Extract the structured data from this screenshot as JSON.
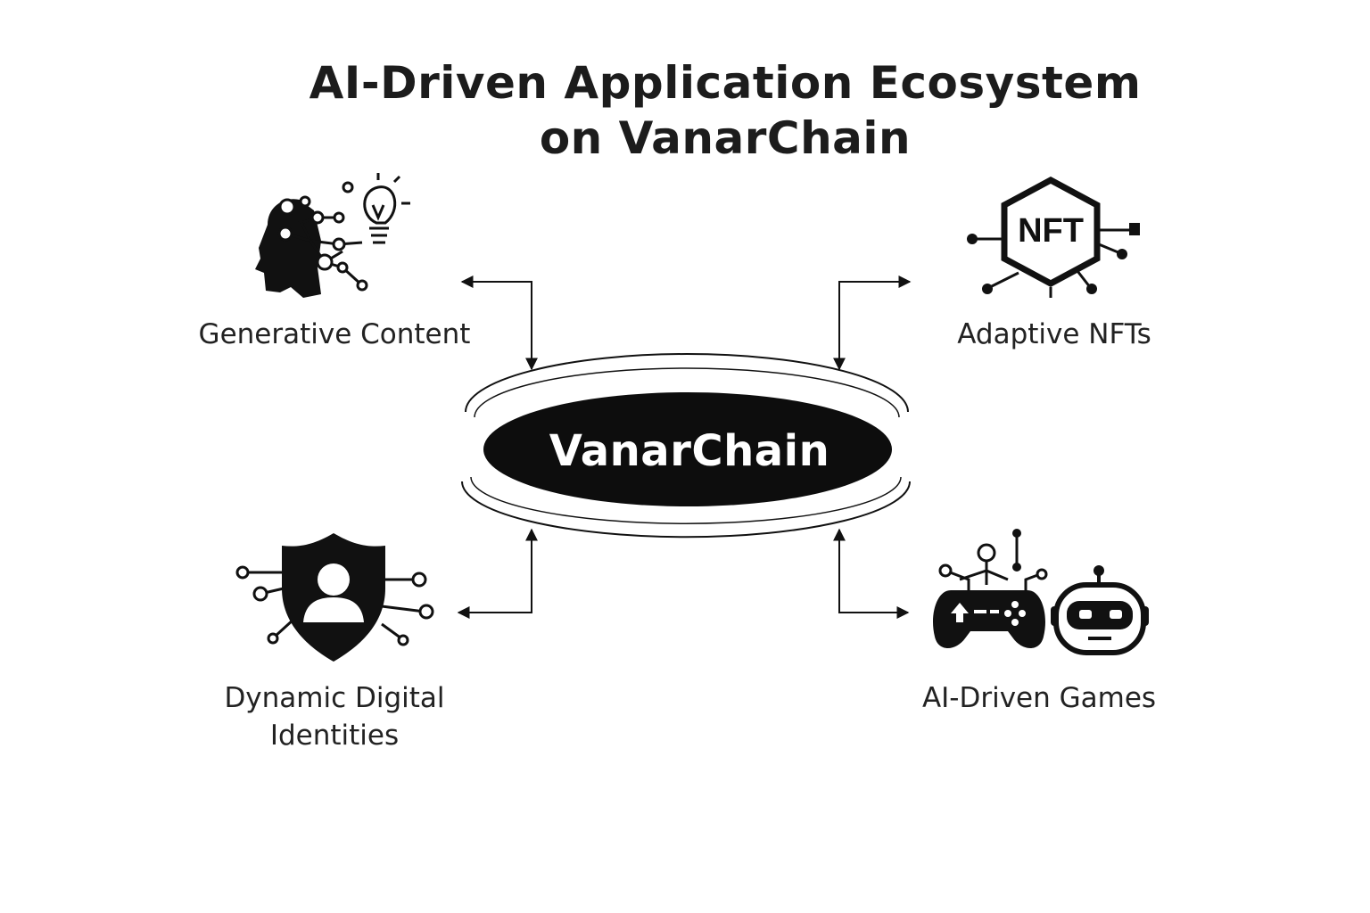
{
  "title": {
    "line1": "AI-Driven Application Ecosystem",
    "line2": "on VanarChain"
  },
  "center": {
    "label": "VanarChain"
  },
  "nodes": {
    "generative_content": {
      "label": "Generative Content",
      "icon": "ai-head-lightbulb-icon"
    },
    "adaptive_nfts": {
      "label": "Adaptive NFTs",
      "icon": "nft-hexagon-icon",
      "badge": "NFT"
    },
    "digital_identities": {
      "label_line1": "Dynamic Digital",
      "label_line2": "Identities",
      "icon": "shield-user-icon"
    },
    "ai_games": {
      "label": "AI-Driven Games",
      "icon": "gamepad-robot-icon"
    }
  },
  "colors": {
    "ink": "#111111",
    "background": "#ffffff",
    "center_text": "#ffffff"
  }
}
